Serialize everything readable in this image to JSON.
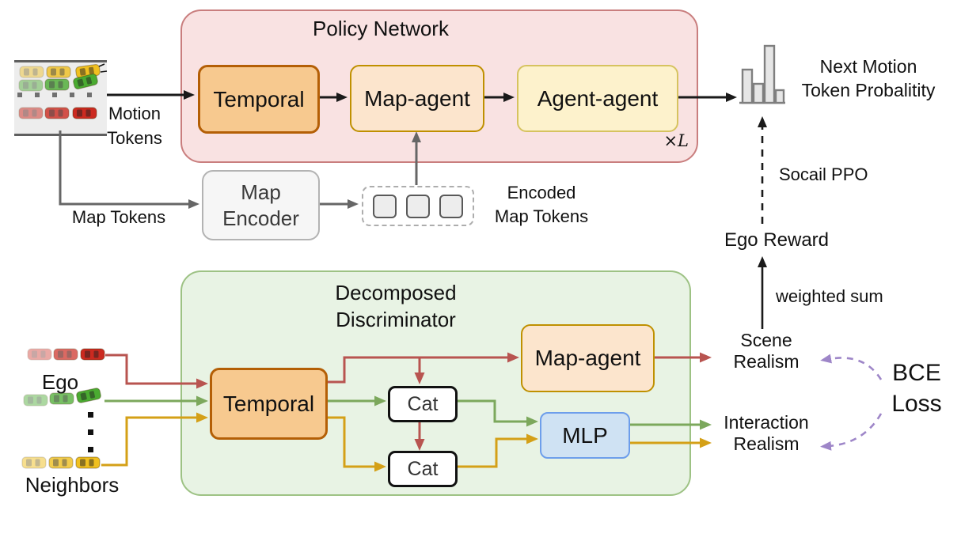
{
  "policy": {
    "title": "Policy Network",
    "repeat_label": "×L",
    "blocks": [
      {
        "label": "Temporal"
      },
      {
        "label": "Map-agent"
      },
      {
        "label": "Agent-agent"
      }
    ]
  },
  "inputs": {
    "motion_tokens": "Motion\nTokens",
    "map_tokens": "Map Tokens",
    "scene_thumbnail_rows": [
      "yellow-cars",
      "green-cars",
      "red-cars"
    ]
  },
  "map_encoder": {
    "label": "Map\nEncoder"
  },
  "encoded_map_tokens": {
    "label": "Encoded\nMap Tokens",
    "token_count": 3
  },
  "output": {
    "next_motion": "Next Motion\nToken Probalitity",
    "social_ppo": "Socail PPO",
    "ego_reward": "Ego Reward",
    "weighted_sum": "weighted sum"
  },
  "discriminator": {
    "title": "Decomposed Discriminator",
    "temporal": "Temporal",
    "cat1": "Cat",
    "cat2": "Cat",
    "map_agent": "Map-agent",
    "mlp": "MLP"
  },
  "realism": {
    "scene": "Scene\nRealism",
    "interaction": "Interaction\nRealism",
    "bce": "BCE\nLoss"
  },
  "agents": {
    "ego": "Ego",
    "neighbors": "Neighbors"
  },
  "colors": {
    "line_red": "#b85450",
    "line_green": "#7ca85c",
    "line_yellow": "#d4a017",
    "line_purple": "#9e86c8",
    "line_gray": "#666666",
    "line_black": "#1a1a1a",
    "policy_fill": "#f9e2e2",
    "policy_border": "#c97e7e",
    "discriminator_fill": "#e8f3e4",
    "discriminator_border": "#9dc284",
    "temporal_fill": "#f7c98f",
    "temporal_border": "#b45f06",
    "map_agent_fill": "#fce5cd",
    "map_agent_border": "#bf9000",
    "agent_agent_fill": "#fdf2cc",
    "agent_agent_border": "#d6c35f",
    "mlp_fill": "#cfe2f3",
    "mlp_border": "#6d9eeb",
    "car_yellow": "#f0c020",
    "car_green": "#4aab31",
    "car_red": "#cc2a20"
  }
}
